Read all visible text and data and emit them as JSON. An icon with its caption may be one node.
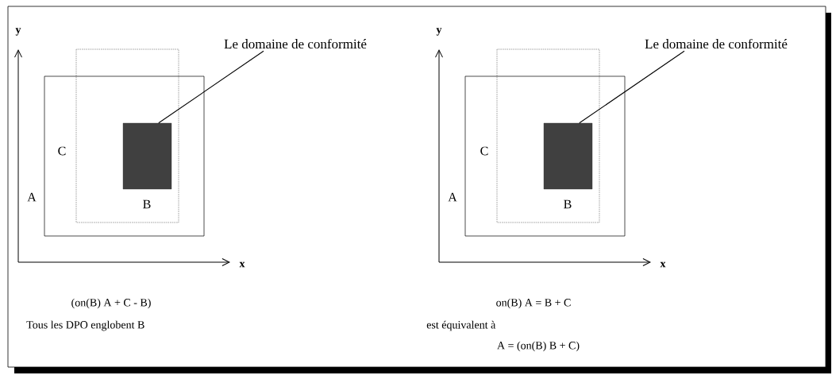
{
  "diagram": {
    "nodes": [
      {
        "text": [
          "Le domaine de conformité"
        ]
      },
      {
        "text": [],
        "shape": "box"
      },
      {
        "text": [
          "Le domaine de conformité"
        ]
      },
      {
        "text": [],
        "shape": "box"
      }
    ],
    "edges": [
      {
        "from": 0,
        "to": 1,
        "arrow": "none"
      },
      {
        "from": 2,
        "to": 3,
        "arrow": "none"
      }
    ],
    "labels": [
      "y",
      "C",
      "A",
      "B",
      "x",
      "(on(B) A + C - B)",
      "Tous les DPO englobent B",
      "y",
      "C",
      "A",
      "B",
      "x",
      "on(B) A = B + C",
      "est équivalent à",
      "A = (on(B) B + C)"
    ]
  }
}
